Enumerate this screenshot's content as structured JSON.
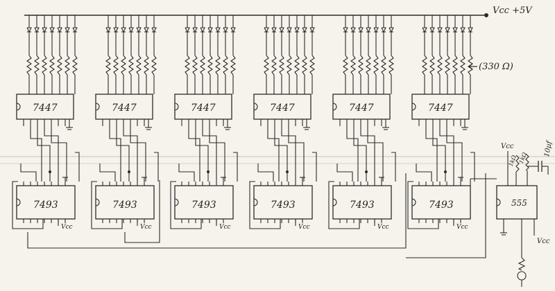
{
  "labels": {
    "vcc_rail": "Vcc +5V",
    "resistor_note": "(330 Ω)",
    "decoder_chip": "7447",
    "counter_chip": "7493",
    "timer_chip": "555",
    "vcc_pin": "Vcc",
    "r1": "1kΩ",
    "r2": "1kΩ",
    "cap": "10μf"
  },
  "colors": {
    "ink": "#2a2a2a",
    "paper": "#f6f3ec"
  }
}
